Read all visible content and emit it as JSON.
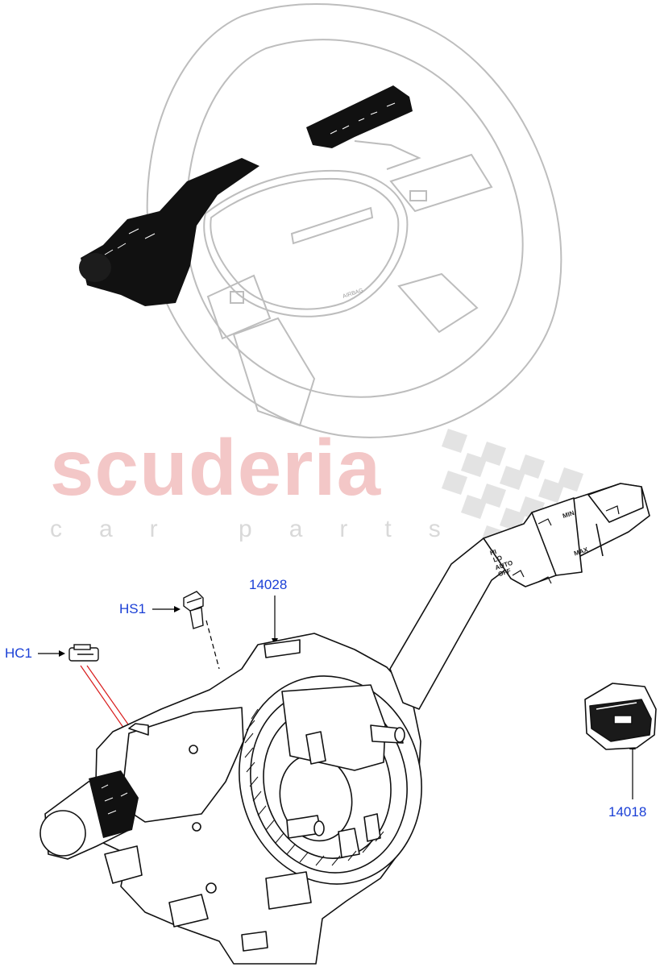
{
  "watermark": {
    "brand": "scuderia",
    "tagline": "car parts"
  },
  "callouts": {
    "hs1": "HS1",
    "hc1": "HC1",
    "p14028": "14028",
    "p14018": "14018"
  },
  "wheel_text": {
    "airbag": "AIRBAG"
  },
  "stalk_labels": {
    "hi": "HI",
    "lo": "LO",
    "auto": "AUTO",
    "off": "OFF",
    "min": "MIN",
    "max": "MAX"
  },
  "colors": {
    "callout": "#1a3fd6",
    "leader": "#000000",
    "red_leader": "#d81b1b",
    "watermark_red": "#f3c7c7",
    "watermark_grey": "#d9d9d9",
    "wheel_outline": "#bdbdbd"
  }
}
